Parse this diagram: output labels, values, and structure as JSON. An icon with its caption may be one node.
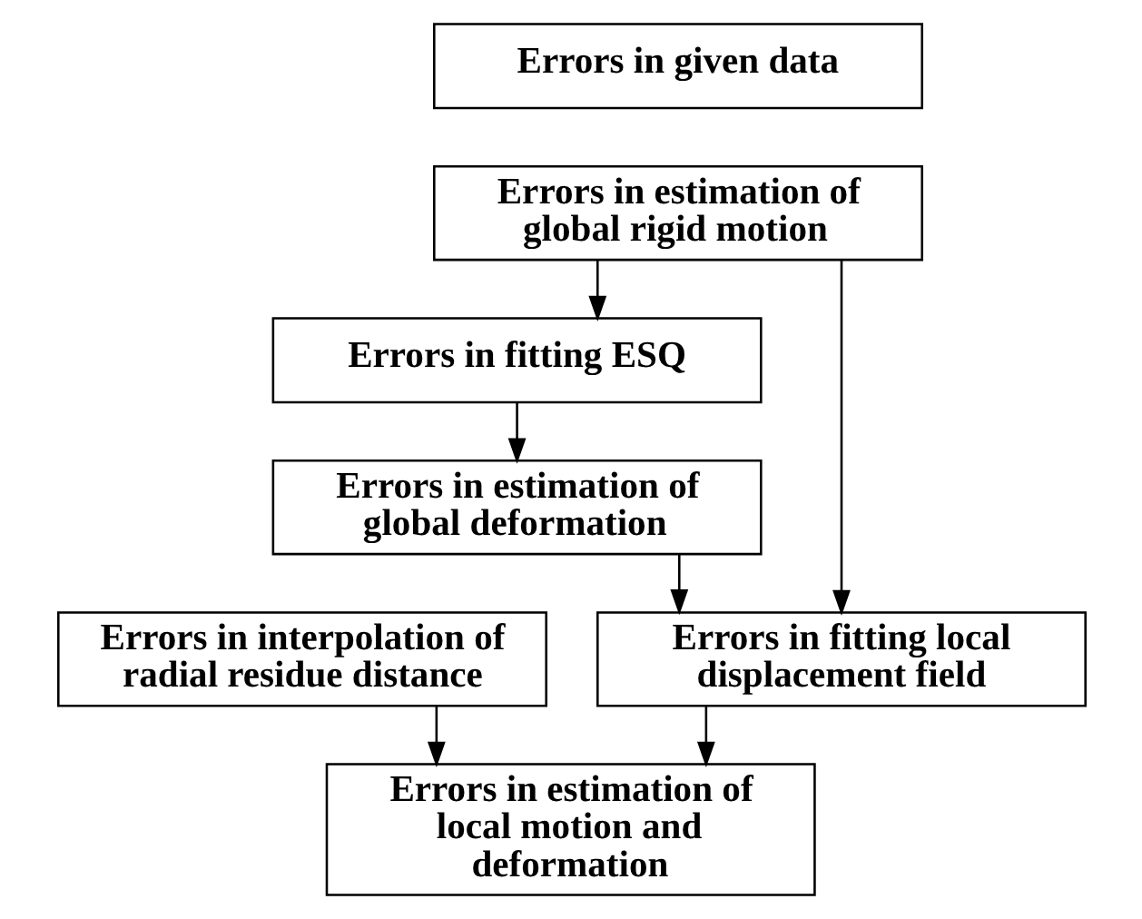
{
  "diagram": {
    "nodes": [
      {
        "text": [
          "Errors in given data"
        ]
      },
      {
        "text": [
          "Errors in estimation of global rigid motion"
        ]
      },
      {
        "text": [
          "Errors in fitting ESQ"
        ]
      },
      {
        "text": [
          "Errors in estimation of global deformation"
        ]
      },
      {
        "text": [
          "Errors in interpolation of radial residue distance"
        ]
      },
      {
        "text": [
          "Errors in fitting local displacement field"
        ]
      },
      {
        "text": [
          "Errors in estimation of local motion and deformation"
        ]
      }
    ],
    "edges": [
      {
        "from": 1,
        "to": 2,
        "arrow": "to"
      },
      {
        "from": 2,
        "to": 3,
        "arrow": "to"
      },
      {
        "from": 3,
        "to": 5,
        "arrow": "to"
      },
      {
        "from": 1,
        "to": 5,
        "arrow": "to"
      },
      {
        "from": 4,
        "to": 6,
        "arrow": "to"
      },
      {
        "from": 5,
        "to": 6,
        "arrow": "to"
      }
    ]
  }
}
